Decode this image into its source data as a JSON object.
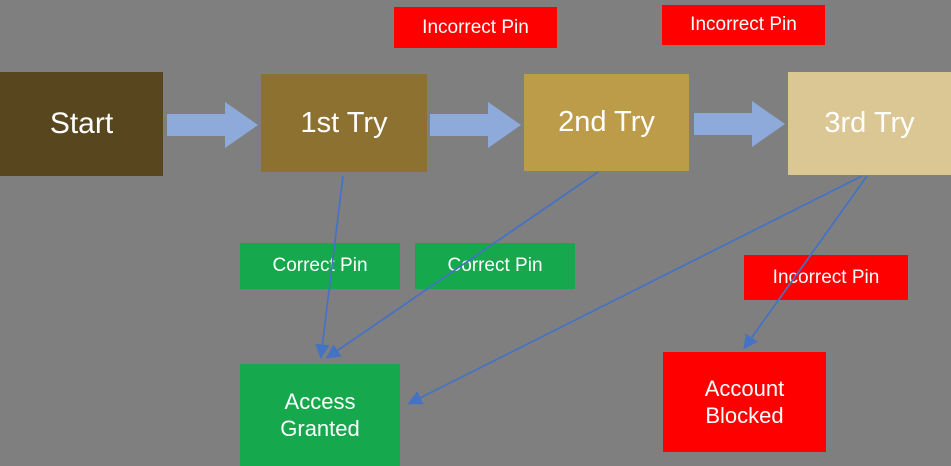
{
  "diagram": {
    "colors": {
      "background": "#7f7f7f",
      "thick_arrow": "#8eaadb",
      "connector": "#4472c4",
      "text": "#ffffff"
    },
    "nodes": {
      "start": {
        "label": "Start",
        "color": "#57461e"
      },
      "try1": {
        "label": "1st Try",
        "color": "#8c7130"
      },
      "try2": {
        "label": "2nd Try",
        "color": "#bd9c49"
      },
      "try3": {
        "label": "3rd Try",
        "color": "#dbc794"
      },
      "incorrect_pin_1": {
        "label": "Incorrect Pin",
        "color": "#ff0000"
      },
      "incorrect_pin_2": {
        "label": "Incorrect Pin",
        "color": "#ff0000"
      },
      "correct_pin_1": {
        "label": "Correct Pin",
        "color": "#15a84d"
      },
      "correct_pin_2": {
        "label": "Correct Pin",
        "color": "#15a84d"
      },
      "incorrect_pin_3": {
        "label": "Incorrect Pin",
        "color": "#ff0000"
      },
      "access_granted": {
        "label": "Access\nGranted",
        "color": "#15a84d"
      },
      "account_blocked": {
        "label": "Account\nBlocked",
        "color": "#ff0000"
      }
    },
    "edges": [
      {
        "from": "start",
        "to": "try1"
      },
      {
        "from": "try1",
        "to": "try2"
      },
      {
        "from": "try2",
        "to": "try3"
      },
      {
        "from": "try1",
        "to": "access_granted"
      },
      {
        "from": "try2",
        "to": "access_granted"
      },
      {
        "from": "try3",
        "to": "access_granted"
      },
      {
        "from": "try3",
        "to": "account_blocked"
      }
    ]
  }
}
